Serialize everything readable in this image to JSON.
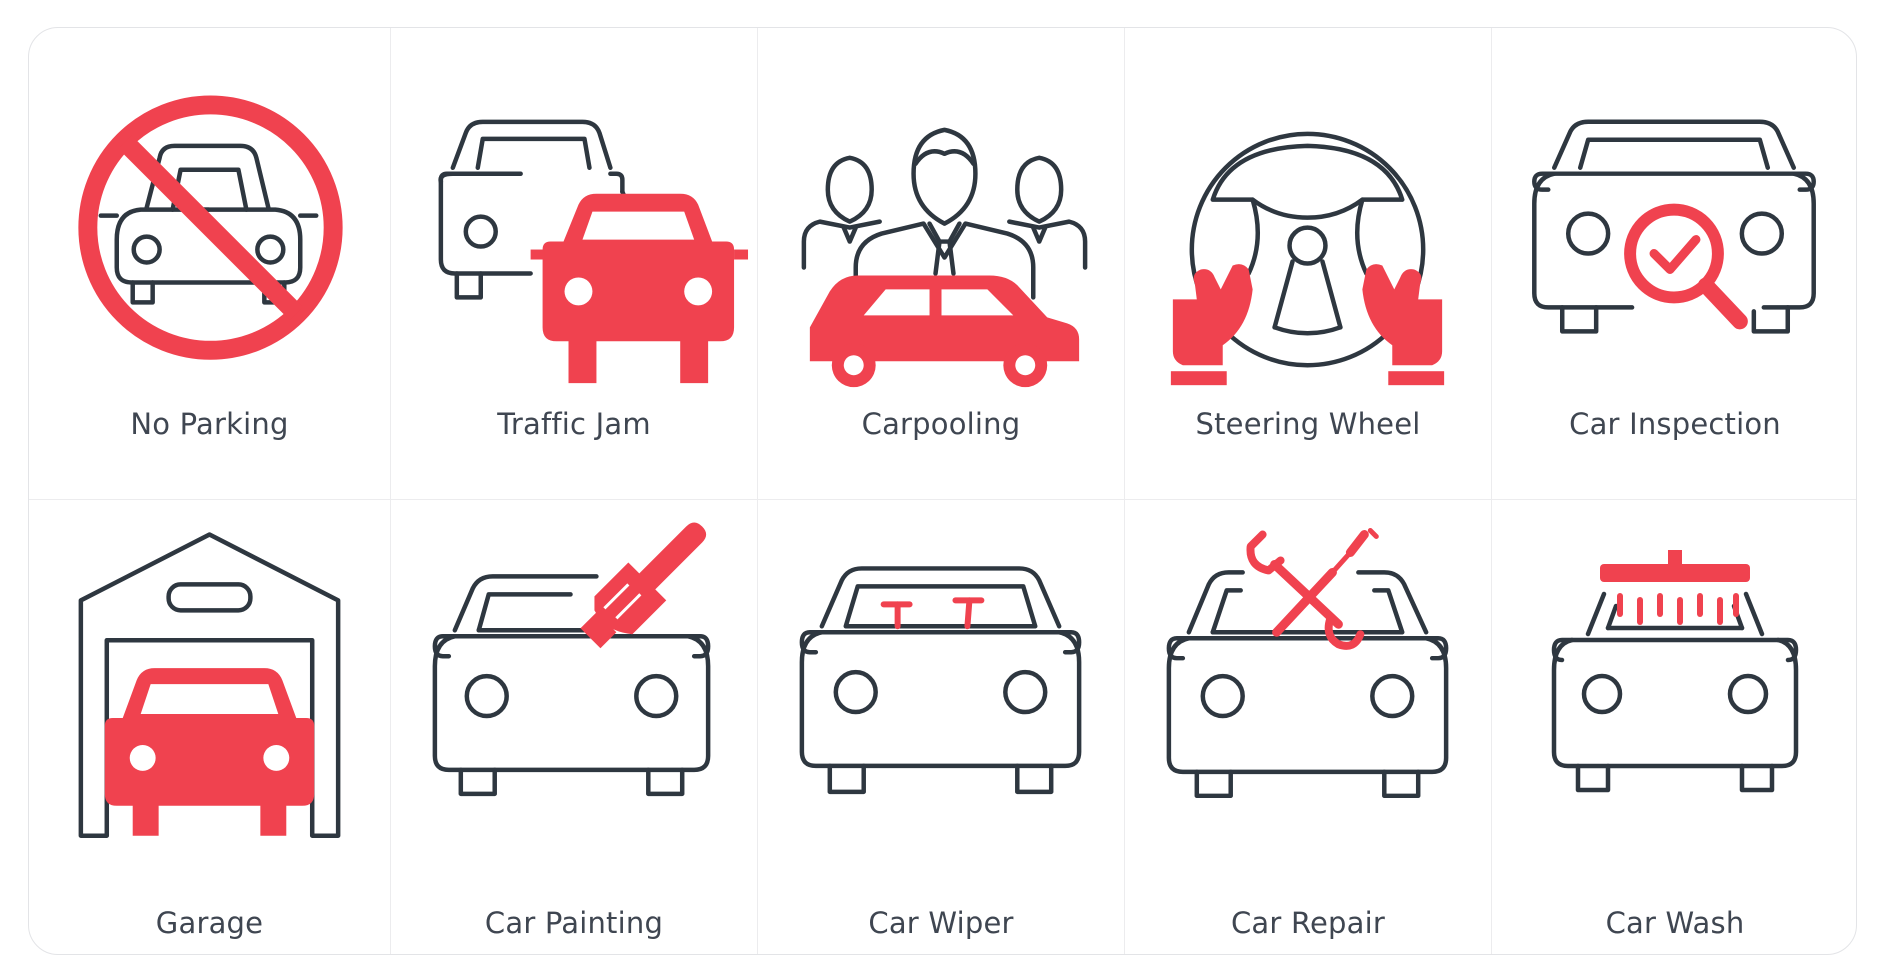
{
  "colors": {
    "ink": "#2e3740",
    "accent": "#f0424f",
    "label": "#3f4651"
  },
  "icons": [
    {
      "label": "No Parking",
      "icon": "no-parking-icon"
    },
    {
      "label": "Traffic Jam",
      "icon": "traffic-jam-icon"
    },
    {
      "label": "Carpooling",
      "icon": "carpooling-icon"
    },
    {
      "label": "Steering Wheel",
      "icon": "steering-wheel-icon"
    },
    {
      "label": "Car Inspection",
      "icon": "car-inspection-icon"
    },
    {
      "label": "Garage",
      "icon": "garage-icon"
    },
    {
      "label": "Car Painting",
      "icon": "car-painting-icon"
    },
    {
      "label": "Car Wiper",
      "icon": "car-wiper-icon"
    },
    {
      "label": "Car Repair",
      "icon": "car-repair-icon"
    },
    {
      "label": "Car Wash",
      "icon": "car-wash-icon"
    }
  ]
}
